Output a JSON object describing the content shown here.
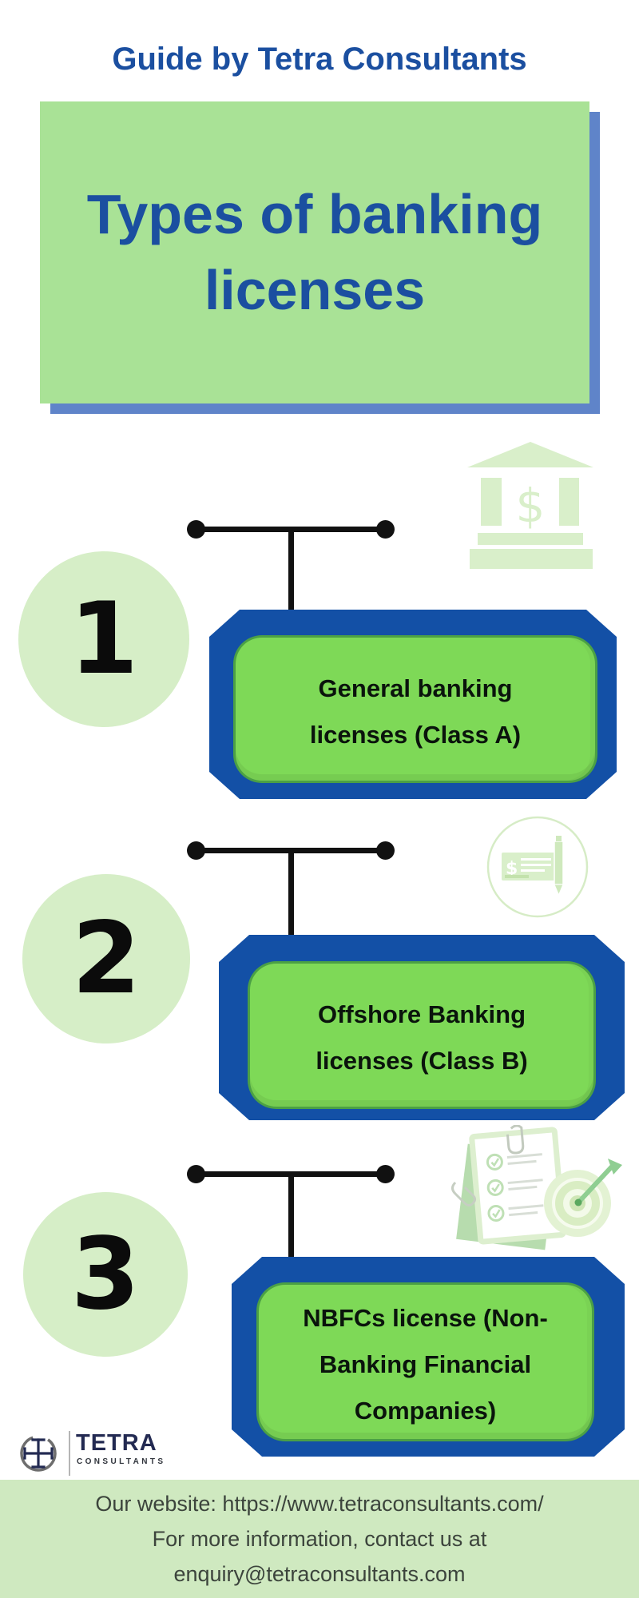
{
  "header": {
    "kicker": "Guide by Tetra Consultants",
    "title": "Types of banking licenses"
  },
  "sections": [
    {
      "number": "1",
      "icon": "bank-icon",
      "lines": [
        "General banking",
        "licenses (Class A)"
      ]
    },
    {
      "number": "2",
      "icon": "cheque-pen-icon",
      "lines": [
        "Offshore Banking",
        "licenses (Class B)"
      ]
    },
    {
      "number": "3",
      "icon": "checklist-target-icon",
      "lines": [
        "NBFCs license (Non-",
        "Banking Financial",
        "Companies)"
      ]
    }
  ],
  "logo": {
    "icon": "compass-cross-icon",
    "name": "TETRA",
    "subtitle": "CONSULTANTS"
  },
  "footer": {
    "lines": [
      "Our website: https://www.tetraconsultants.com/",
      "For more information, contact us at",
      "enquiry@tetraconsultants.com"
    ]
  },
  "colors": {
    "title_blue": "#1b4fa0",
    "hero_green": "#a9e296",
    "shadow_blue": "#5f84c9",
    "circle_green": "#d6eec7",
    "box_blue": "#1350a6",
    "inner_green": "#7ed957",
    "icon_green": "#d9efca",
    "footer_green": "#cfe9c0",
    "line_black": "#111111"
  }
}
